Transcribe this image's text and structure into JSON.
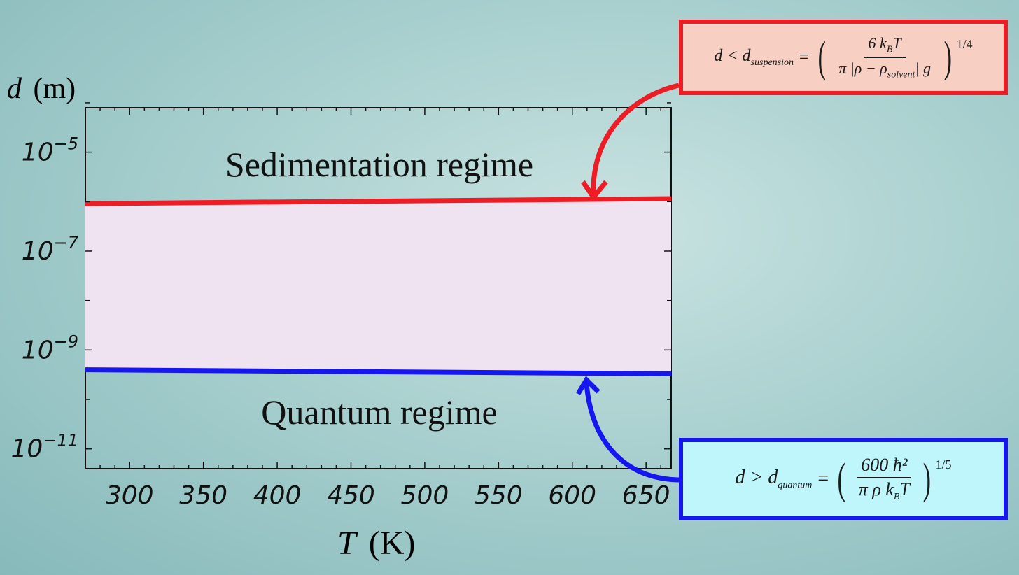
{
  "chart_data": {
    "type": "line",
    "xlabel_var": "T",
    "xlabel_unit": "(K)",
    "ylabel_var": "d",
    "ylabel_unit": "(m)",
    "x_ticks": [
      300,
      350,
      400,
      450,
      500,
      550,
      600,
      650
    ],
    "x_range": [
      270,
      667
    ],
    "y_scale": "log",
    "y_range_exp": [
      -11.4,
      -4.1
    ],
    "y_ticks": [
      {
        "exp": -5,
        "label_base": "10",
        "label_exp": "−5"
      },
      {
        "exp": -7,
        "label_base": "10",
        "label_exp": "−7"
      },
      {
        "exp": -9,
        "label_base": "10",
        "label_exp": "−9"
      },
      {
        "exp": -11,
        "label_base": "10",
        "label_exp": "−11"
      }
    ],
    "series": [
      {
        "key": "suspension",
        "color": "#ee1c24",
        "x": [
          270,
          667
        ],
        "log10_y": [
          -6.04,
          -5.94
        ]
      },
      {
        "key": "quantum",
        "color": "#1616ee",
        "x": [
          270,
          667
        ],
        "log10_y": [
          -9.4,
          -9.48
        ]
      }
    ],
    "fill_color": "#f0e3f1",
    "annotations": {
      "upper": "Sedimentation regime",
      "lower": "Quantum regime"
    }
  },
  "formula_suspension": {
    "lhs": "d < d",
    "lhs_sub": "suspension",
    "eq": "=",
    "num": "6 k",
    "num_sub": "B",
    "num_tail": "T",
    "den": "π |ρ − ρ",
    "den_sub": "solvent",
    "den_tail": "| g",
    "exponent": "1/4"
  },
  "formula_quantum": {
    "lhs": "d > d",
    "lhs_sub": "quantum",
    "eq": "=",
    "num": "600 ħ²",
    "den": "π ρ k",
    "den_sub": "B",
    "den_tail": "T",
    "exponent": "1/5"
  }
}
